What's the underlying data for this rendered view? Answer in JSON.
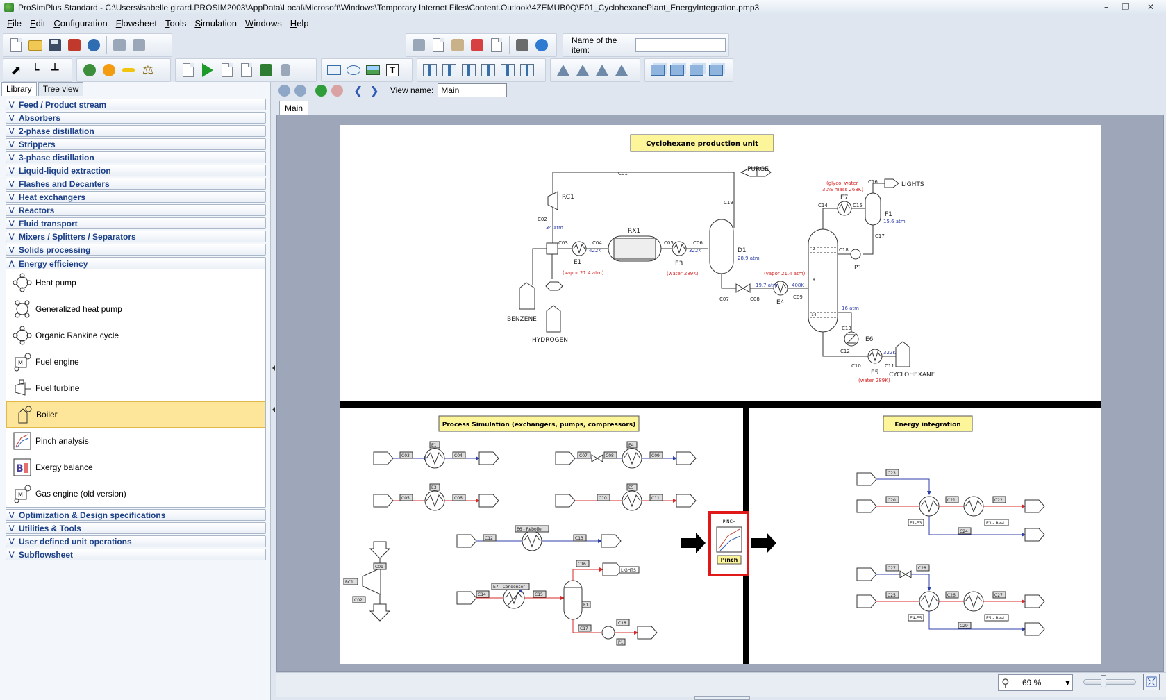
{
  "window": {
    "title": "ProSimPlus Standard - C:\\Users\\isabelle girard.PROSIM2003\\AppData\\Local\\Microsoft\\Windows\\Temporary Internet Files\\Content.Outlook\\4ZEMUB0Q\\E01_CyclohexanePlant_EnergyIntegration.pmp3",
    "minimize_icon": "window-minimize-icon",
    "maximize_icon": "window-restore-icon",
    "close_icon": "window-close-icon"
  },
  "menu": [
    "File",
    "Edit",
    "Configuration",
    "Flowsheet",
    "Tools",
    "Simulation",
    "Windows",
    "Help"
  ],
  "toolbar": {
    "name_label": "Name of the item:",
    "name_value": ""
  },
  "left_panel": {
    "tabs": [
      "Library",
      "Tree view"
    ],
    "categories_top": [
      "Feed / Product stream",
      "Absorbers",
      "2-phase distillation",
      "Strippers",
      "3-phase distillation",
      "Liquid-liquid extraction",
      "Flashes and Decanters",
      "Heat exchangers",
      "Reactors",
      "Fluid transport",
      "Mixers / Splitters / Separators",
      "Solids processing"
    ],
    "expanded_category": "Energy efficiency",
    "items": [
      {
        "label": "Heat pump",
        "icon": "heat-pump-icon"
      },
      {
        "label": "Generalized heat pump",
        "icon": "generalized-heat-pump-icon"
      },
      {
        "label": "Organic Rankine cycle",
        "icon": "rankine-cycle-icon"
      },
      {
        "label": "Fuel engine",
        "icon": "fuel-engine-icon"
      },
      {
        "label": "Fuel turbine",
        "icon": "fuel-turbine-icon"
      },
      {
        "label": "Boiler",
        "icon": "boiler-icon"
      },
      {
        "label": "Pinch analysis",
        "icon": "pinch-analysis-icon"
      },
      {
        "label": "Exergy balance",
        "icon": "exergy-balance-icon"
      },
      {
        "label": "Gas engine (old version)",
        "icon": "gas-engine-icon"
      }
    ],
    "categories_bottom": [
      "Optimization & Design specifications",
      "Utilities & Tools",
      "User defined unit operations",
      "Subflowsheet"
    ]
  },
  "viewbar": {
    "view_name_label": "View name:",
    "view_name_value": "Main"
  },
  "tabs": [
    "Main"
  ],
  "zoom": {
    "value": "69 %"
  },
  "diagram": {
    "top": {
      "title": "Cyclohexane production unit",
      "labels": {
        "c01": "C01",
        "purge": "PURGE",
        "rc1": "RC1",
        "c02": "C02",
        "atm34": "34 atm",
        "c03": "C03",
        "c04": "C04",
        "k422": "422K",
        "e1": "E1",
        "vapor1": "(vapor 21.4 atm)",
        "rx1": "RX1",
        "c05": "C05",
        "c06": "C06",
        "k322": "322K",
        "e3": "E3",
        "water1": "(water 289K)",
        "c19": "C19",
        "d1": "D1",
        "d1atm": "28.9 atm",
        "c07": "C07",
        "c08": "C08",
        "atm197": "19.7 atm",
        "vapor2": "(vapor 21.4 atm)",
        "e4": "E4",
        "k408": "408K",
        "c09": "C09",
        "benzene": "BENZENE",
        "hydrogen": "HYDROGEN",
        "glycol1": "(glycol water",
        "glycol2": "30% mass 268K)",
        "e7": "E7",
        "c14": "C14",
        "c15": "C15",
        "c16": "C16",
        "lights": "LIGHTS",
        "f1": "F1",
        "f1atm": "15.6 atm",
        "c17": "C17",
        "c18": "C18",
        "p1": "P1",
        "tray2": "2",
        "tray8": "8",
        "tray14": "14",
        "atm16": "16 atm",
        "c13": "C13",
        "e6": "E6",
        "c12": "C12",
        "c10": "C10",
        "e5": "E5",
        "k322b": "322K",
        "c11": "C11",
        "cyclohexane": "CYCLOHEXANE",
        "water2": "(water 289K)"
      }
    },
    "left": {
      "title": "Process Simulation (exchangers, pumps, compressors)",
      "labels": {
        "e1": "E1",
        "c03": "C03",
        "c04": "C04",
        "e3": "E3",
        "c05": "C05",
        "c06": "C06",
        "e4": "E4",
        "c07": "C07",
        "c08": "C08",
        "c09": "C09",
        "e5": "E5",
        "c10": "C10",
        "c11": "C11",
        "e6": "E6 - Reboiler",
        "c12": "C12",
        "c13": "C13",
        "rc1": "RC1",
        "c01": "C01",
        "c02": "C02",
        "e7": "E7 - Condenser",
        "c14": "C14",
        "c15": "C15",
        "c16": "C16",
        "lights": "LIGHTS",
        "f1": "F1",
        "c17": "C17",
        "c18": "C18",
        "p1": "P1"
      }
    },
    "pinch": {
      "header": "PINCH",
      "label": "Pinch"
    },
    "right": {
      "title": "Energy integration",
      "labels": {
        "c23": "C23",
        "c20": "C20",
        "c21": "C21",
        "c22": "C22",
        "e1e3": "E1-E3",
        "e3rest": "E3 - Rest",
        "c24": "C24",
        "c27": "C27",
        "c28": "C28",
        "c25": "C25",
        "c26": "C26",
        "c27b": "C27",
        "e4e5": "E4-E5",
        "e5rest": "E5 - Rest",
        "c29": "C29"
      }
    }
  }
}
